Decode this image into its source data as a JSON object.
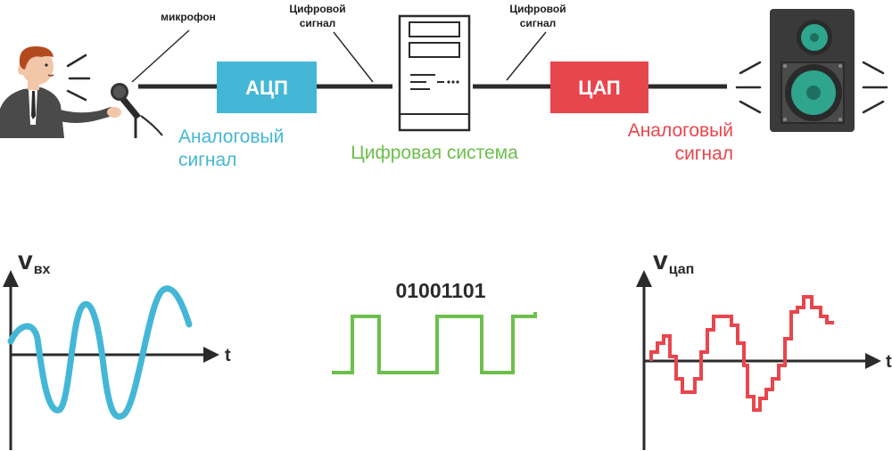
{
  "colors": {
    "blue": "#45b7d6",
    "green": "#6cbf4b",
    "red": "#e8464d",
    "dark": "#2b2b2b"
  },
  "labels": {
    "microphone": "микрофон",
    "digital_signal_left_1": "Цифровой",
    "digital_signal_left_2": "сигнал",
    "digital_signal_right_1": "Цифровой",
    "digital_signal_right_2": "сигнал",
    "adc": "АЦП",
    "dac": "ЦАП",
    "analog_left_1": "Аналоговый",
    "analog_left_2": "сигнал",
    "digital_system": "Цифровая система",
    "analog_right_1": "Аналоговый",
    "analog_right_2": "сигнал"
  },
  "graphs": {
    "input": {
      "v": "v",
      "sub": "вх",
      "t": "t"
    },
    "digital": {
      "bits": "01001101"
    },
    "output": {
      "v": "v",
      "sub": "цап",
      "t": "t"
    }
  },
  "icons": [
    "person-speaking-icon",
    "microphone-icon",
    "computer-tower-icon",
    "speaker-icon"
  ]
}
